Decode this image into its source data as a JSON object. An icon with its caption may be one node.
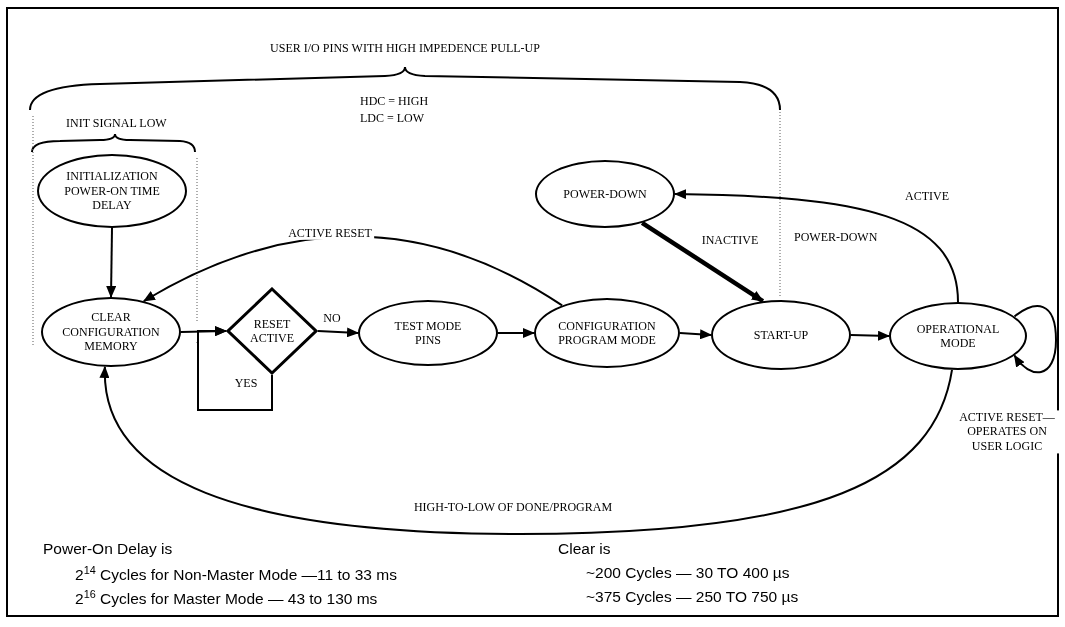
{
  "diagram": {
    "nodes": [
      {
        "text": [
          "INITIALIZATION POWER-ON TIME DELAY"
        ]
      },
      {
        "text": [
          "CLEAR CONFIGURATION MEMORY"
        ]
      },
      {
        "text": [
          "RESET ACTIVE"
        ]
      },
      {
        "text": [
          "TEST MODE PINS"
        ]
      },
      {
        "text": [
          "CONFIGURATION PROGRAM MODE"
        ]
      },
      {
        "text": [
          "POWER-DOWN"
        ]
      },
      {
        "text": [
          "START-UP"
        ]
      },
      {
        "text": [
          "OPERATIONAL MODE"
        ]
      }
    ],
    "edges": [
      {
        "from": 0,
        "to": 1,
        "arrow": "to"
      },
      {
        "from": 1,
        "to": 2,
        "arrow": "to"
      },
      {
        "from": 2,
        "to": 2,
        "arrow": "to",
        "label": "YES"
      },
      {
        "from": 2,
        "to": 3,
        "arrow": "to",
        "label": "NO"
      },
      {
        "from": 3,
        "to": 4,
        "arrow": "to"
      },
      {
        "from": 4,
        "to": 1,
        "arrow": "to",
        "label": "ACTIVE RESET"
      },
      {
        "from": 4,
        "to": 6,
        "arrow": "to"
      },
      {
        "from": 6,
        "to": 7,
        "arrow": "to"
      },
      {
        "from": 7,
        "to": 5,
        "arrow": "to",
        "label": "ACTIVE"
      },
      {
        "from": 5,
        "to": 6,
        "arrow": "to",
        "label": "INACTIVE",
        "style": "thick"
      },
      {
        "from": 7,
        "to": 7,
        "arrow": "to",
        "label": "ACTIVE RESET— OPERATES ON USER LOGIC"
      },
      {
        "from": 7,
        "to": 1,
        "arrow": "to",
        "label": "HIGH-TO-LOW OF DONE/PROGRAM"
      }
    ],
    "labels": [
      "USER I/O PINS WITH HIGH IMPEDENCE PULL-UP",
      "HDC = HIGH",
      "LDC = LOW",
      "INIT SIGNAL LOW",
      "POWER-DOWN",
      "Power-On Delay is",
      "2$^{14}$ Cycles for Non-Master Mode —11 to 33 ms",
      "2$^{16}$ Cycles for Master Mode — 43 to 130 ms",
      "Clear is",
      "~200 Cycles — 30 TO 400 µs",
      "~375 Cycles — 250 TO 750 µs"
    ]
  }
}
